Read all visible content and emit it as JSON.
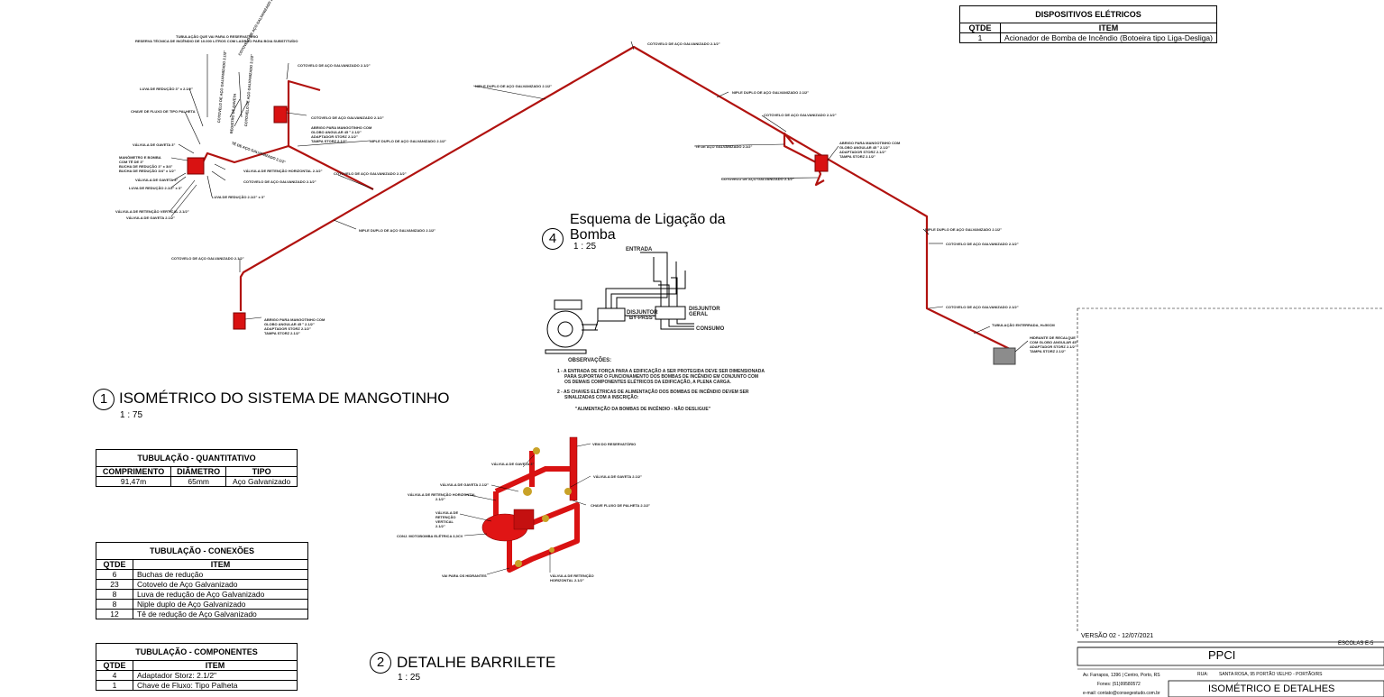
{
  "electrical_devices": {
    "title": "DISPOSITIVOS ELÉTRICOS",
    "headers": [
      "QTDE",
      "ITEM"
    ],
    "rows": [
      [
        "1",
        "Acionador de Bomba de Incêndio (Botoeira tipo Liga-Desliga)"
      ]
    ]
  },
  "views": {
    "isometric": {
      "number": "1",
      "title": "ISOMÉTRICO DO SISTEMA DE MANGOTINHO",
      "scale": "1 : 75"
    },
    "barrilete": {
      "number": "2",
      "title": "DETALHE BARRILETE",
      "scale": "1 : 25"
    },
    "pump_wiring": {
      "number": "4",
      "title_line1": "Esquema de Ligação da",
      "title_line2": "Bomba",
      "scale": "1 : 25"
    }
  },
  "pipe_quantity": {
    "title": "TUBULAÇÃO - QUANTITATIVO",
    "headers": [
      "COMPRIMENTO",
      "DIÂMETRO",
      "TIPO"
    ],
    "rows": [
      [
        "91,47m",
        "65mm",
        "Aço Galvanizado"
      ]
    ]
  },
  "pipe_connections": {
    "title": "TUBULAÇÃO - CONEXÕES",
    "headers": [
      "QTDE",
      "ITEM"
    ],
    "rows": [
      [
        "6",
        "Buchas de redução"
      ],
      [
        "23",
        "Cotovelo de Aço Galvanizado"
      ],
      [
        "8",
        "Luva de redução de Aço Galvanizado"
      ],
      [
        "8",
        "Niple duplo de Aço Galvanizado"
      ],
      [
        "12",
        "Tê de redução de Aço Galvanizado"
      ]
    ]
  },
  "pipe_components": {
    "title": "TUBULAÇÃO - COMPONENTES",
    "headers": [
      "QTDE",
      "ITEM"
    ],
    "rows": [
      [
        "4",
        "Adaptador Storz: 2.1/2\""
      ],
      [
        "1",
        "Chave de Fluxo: Tipo Palheta"
      ]
    ]
  },
  "wiring": {
    "entrada": "ENTRADA",
    "disjuntor_bypass_1": "DISJUNTOR",
    "disjuntor_bypass_2": "\"BY-PASS\"",
    "disjuntor_geral_1": "DISJUNTOR",
    "disjuntor_geral_2": "GERAL",
    "consumo": "CONSUMO",
    "obs_title": "OBSERVAÇÕES:",
    "obs_1a": "1 - A ENTRADA DE FORÇA PARA A EDIFICAÇÃO A SER PROTEGIDA DEVE SER DIMENSIONADA",
    "obs_1b": "PARA SUPORTAR O FUNCIONAMENTO DOS BOMBAS DE INCÊNDIO EM CONJUNTO COM",
    "obs_1c": "OS DEMAIS COMPONENTES ELÉTRICOS DA EDIFICAÇÃO, A PLENA CARGA.",
    "obs_2a": "2 - AS CHAVES ELÉTRICAS DE ALIMENTAÇÃO DOS BOMBAS DE INCÊNDIO DEVEM SER",
    "obs_2b": "SINALIZADAS COM A INSCRIÇÃO:",
    "obs_2c": "\"ALIMENTAÇÃO DA BOMBAS DE INCÊNDIO - NÃO DESLIGUE\""
  },
  "iso_labels": {
    "cot1": "COTOVELO DE AÇO GALVANIZADO 2.1/2\"",
    "cot2": "COTOVELO DE AÇO GALVANIZADO 2.1/2\"",
    "cot3": "COTOVELO DE AÇO GALVANIZADO 2.1/2\"",
    "cot4": "COTOVELO DE AÇO GALVANIZADO 2.1/2\"",
    "cot5": "COTOVELO DE AÇO GALVANIZADO 2.1/2\"",
    "cot6": "COTOVELO DE AÇO GALVANIZADO 2.1/2\"",
    "cot7": "COTOVELO DE AÇO GALVANIZADO 2.1/2\"",
    "cot8": "COTOVELO DE AÇO GALVANIZADO 2.1/2\"",
    "cot9": "COTOVELO DE AÇO GALVANIZADO 2.1/2\"",
    "cot10": "COTOVELO DE AÇO GALVANIZADO 2.1/2\"",
    "niple1": "NIPLE DUPLO DE AÇO GALVANIZADO 2.1/2\"",
    "niple2": "NIPLE DUPLO DE AÇO GALVANIZADO 2.1/2\"",
    "niple3": "NIPLE DUPLO DE AÇO GALVANIZADO 2.1/2\"",
    "niple4": "NIPLE DUPLO DE AÇO GALVANIZADO 2.1/2\"",
    "niple5": "NIPLE DUPLO DE AÇO GALVANIZADO 2.1/2\"",
    "te1": "TÊ DE AÇO GALVANIZADO 2.1/2\"",
    "abrigo1a": "ABRIGO PARA MANGOTINHO COM",
    "abrigo1b": "GLOBO ANGULAR 45 ° 2.1/2\"",
    "abrigo1c": "ADAPTADOR STORZ 2.1/2\"",
    "abrigo1d": "TAMPA STORZ 2.1/2\"",
    "abrigo2a": "ABRIGO PARA MANGOTINHO COM",
    "abrigo2b": "GLOBO ANGULAR 45 ° 2.1/2\"",
    "abrigo2c": "ADAPTADOR STORZ 2.1/2\"",
    "abrigo2d": "TAMPA STORZ 2.1/2\"",
    "abrigo3a": "ABRIGO PARA MANGOTINHO COM",
    "abrigo3b": "GLOBO ANGULAR 45 ° 2.1/2\"",
    "abrigo3c": "ADAPTADOR STORZ 2.1/2\"",
    "abrigo3d": "TAMPA STORZ 2.1/2\"",
    "hidrante_a": "HIDRANTE DE RECALQUE",
    "hidrante_b": "COM GLOBO ANGULAR 45°",
    "hidrante_c": "ADAPTADOR STORZ 2.1/2\"",
    "hidrante_d": "TAMPA STORZ 2.1/2\"",
    "enterrada": "TUBULAÇÃO ENTERRADA, H=50CM",
    "top_a": "TUBULAÇÃO QUE VAI PARA O RESERVATÓRIO",
    "top_b": "RESERVA TÉCNICA DE INCÊNDIO DE 10.000 LITROS COM LADRÃO PARA BOIA SUBSTITUÍDO",
    "luva1": "LUVA DE REDUÇÃO 3\" x 2.1/2\"",
    "chave": "CHAVE DE FLUXO DE TIPO PALHETA",
    "valv_gaveta1": "VÁLVULA DE GAVETA 3\"",
    "manometro_a": "MANÔMETRO E BOMBA",
    "manometro_b": "COM TÊ DE 3\"",
    "bucha1": "BUCHA DE REDUÇÃO 3\" x 3/4\"",
    "bucha2": "BUCHA DE REDUÇÃO 3/4\" x 1/2\"",
    "valv_gaveta2": "VÁLVULA DE GAVETA 3\"",
    "luva2": "LUVA DE REDUÇÃO 2.1/2\" x 3\"",
    "valv_ret1": "VÁLVULA DE RETENÇÃO VERTICAL 2.1/2\"",
    "valv_gaveta3": "VÁLVULA DE GAVETA 2.1/2\"",
    "valv_ret2": "VÁLVULA DE RETENÇÃO HORIZONTAL 2.1/2\"",
    "cot_small": "COTOVELO DE AÇO GALVANIZADO 2.1/2\"",
    "luva3": "LUVA DE REDUÇÃO 2.1/2\" x 3\"",
    "vert1": "COTOVELO DE AÇO GALVANIZADO 2.1/2\"",
    "vert2": "COTOVELO DE AÇO GALVANIZADO 2.1/2\"",
    "vert3": "REGISTRO DE GAVETA",
    "te_small": "TÊ DE AÇO GALVANIZADO 2.1/2\""
  },
  "barrilete_labels": {
    "reservatorio": "VEM DO RESERVATÓRIO",
    "valv_gaveta_a": "VÁLVULA DE GAVETA 3\"",
    "valv_gaveta_b": "VÁLVULA DE GAVETA 2.1/2\"",
    "valv_gaveta_c": "VÁLVULA DE GAVETA 2.1/2\"",
    "valv_ret_h": "VÁLVULA DE RETENÇÃO HORIZONTAL",
    "valv_ret_h2": "2.1/2\"",
    "chave_fluxo": "CHAVE FLUXO DE PALHETA 2.1/2\"",
    "valv_ret_v1": "VÁLVULA DE",
    "valv_ret_v2": "RETENÇÃO",
    "valv_ret_v3": "VERTICAL",
    "valv_ret_v4": "2.1/2\"",
    "motobomba": "CONJ. MOTOBOMBA ELÉTRICA 3,0CV",
    "hidrantes": "VAI PARA OS HIDRANTES",
    "valv_ret_h3": "VÁLVULA DE RETENÇÃO",
    "valv_ret_h4": "HORIZONTAL 2.1/2\""
  },
  "title_block": {
    "versao": "VERSÃO 02 - 12/07/2021",
    "escola": "ESCOLAS E-5",
    "project": "PPCI",
    "address": "Av. Farrapos, 1396 | Centro, Porto, RS",
    "fones": "Fones: (51)99580572",
    "email": "e-mail: contato@consegestudo.com.br",
    "rua_label": "RUA:",
    "rua": "SANTA ROSA, 95 PORTÃO VELHO - PORTÃO/RS",
    "sheet": "ISOMÉTRICO E DETALHES"
  },
  "colors": {
    "pipe": "#b1120f",
    "equipment": "#e01515",
    "brass": "#c9a227"
  }
}
